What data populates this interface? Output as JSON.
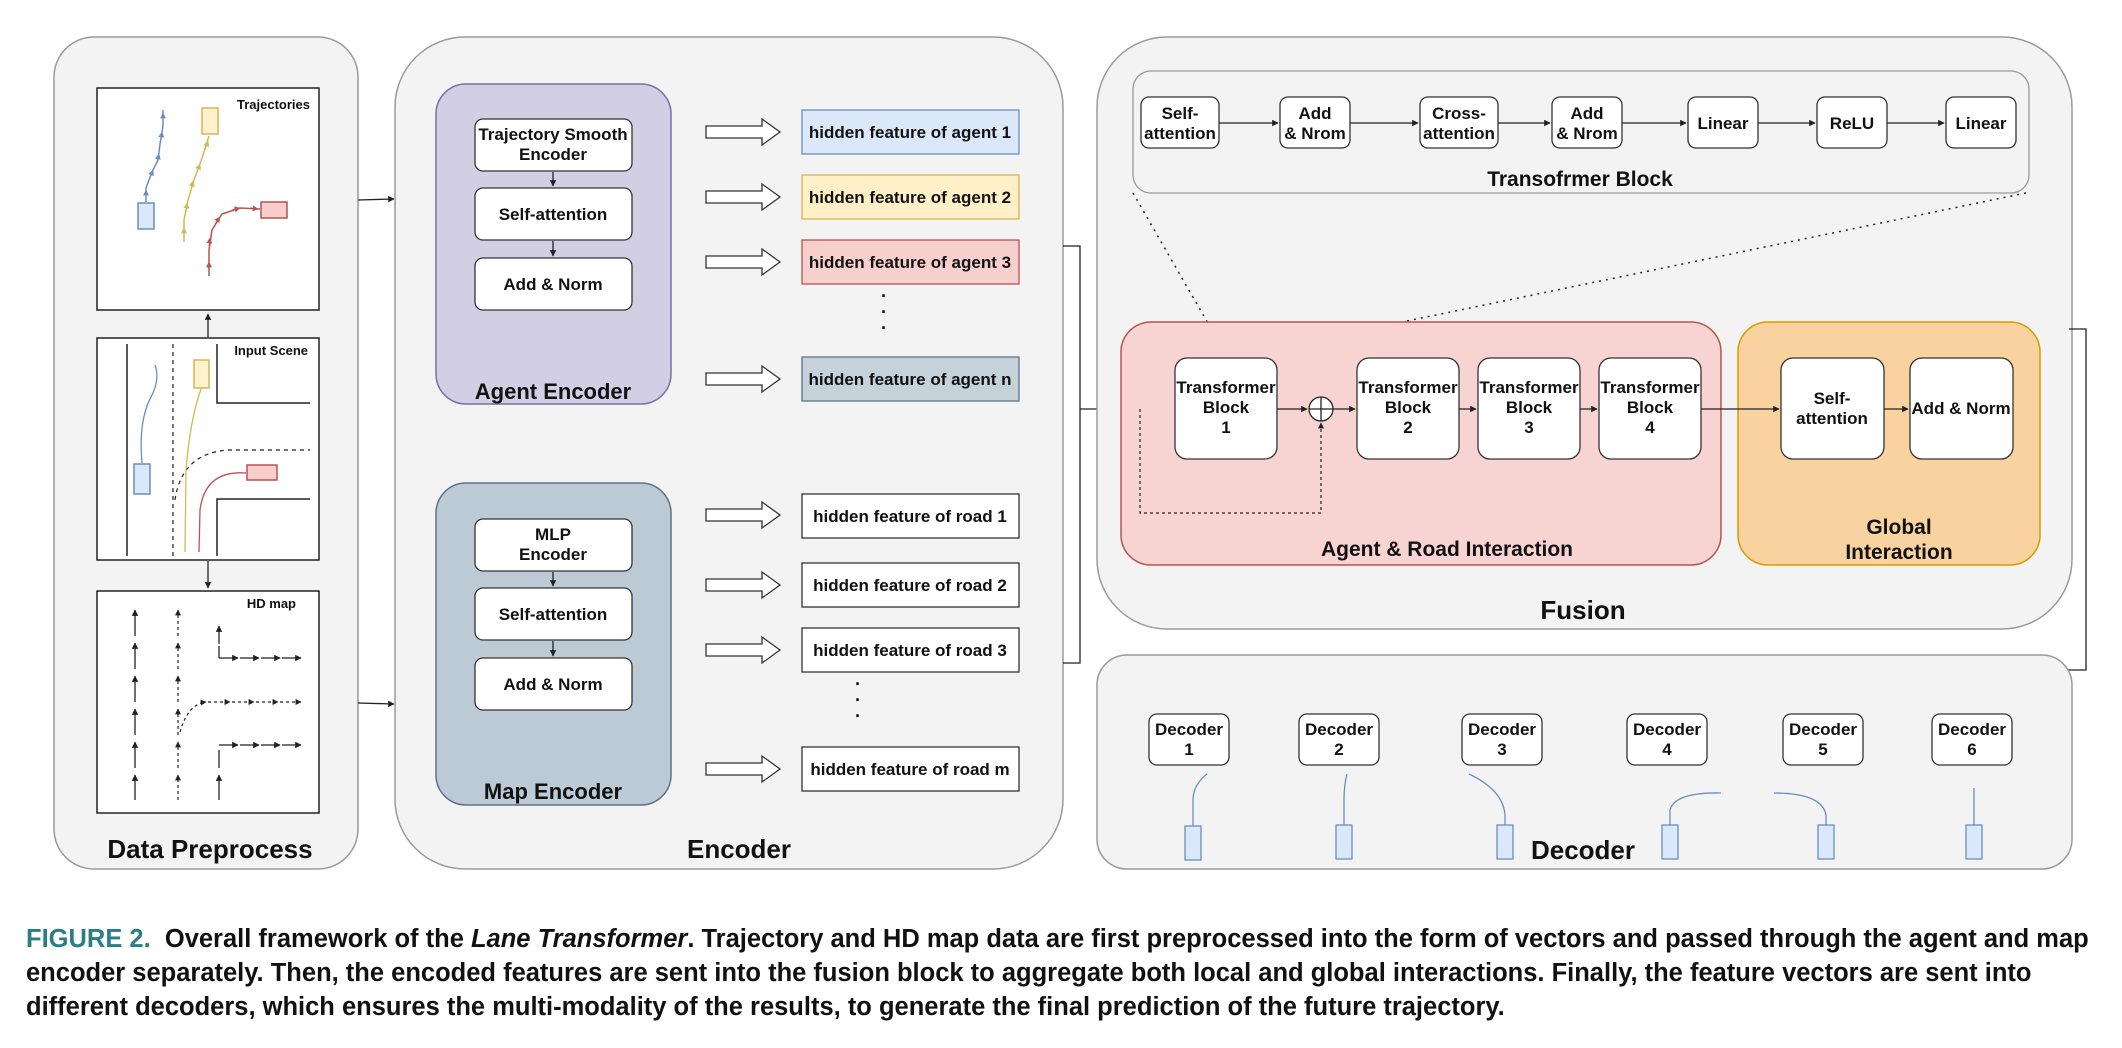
{
  "data_preprocess": {
    "title": "Data Preprocess",
    "trajectories_label": "Trajectories",
    "input_scene_label": "Input Scene",
    "hd_map_label": "HD map"
  },
  "encoder": {
    "title": "Encoder",
    "agent_encoder": {
      "title": "Agent Encoder",
      "blocks": [
        "Trajectory Smooth\nEncoder",
        "Self-attention",
        "Add & Norm"
      ]
    },
    "map_encoder": {
      "title": "Map Encoder",
      "blocks": [
        "MLP\nEncoder",
        "Self-attention",
        "Add & Norm"
      ]
    },
    "agent_features": [
      "hidden feature of agent 1",
      "hidden feature of agent 2",
      "hidden feature of agent 3",
      "hidden feature of agent n"
    ],
    "road_features": [
      "hidden feature of road 1",
      "hidden feature of road 2",
      "hidden feature of road 3",
      "hidden feature of road m"
    ],
    "ellipsis": "·\n·\n·"
  },
  "transformer_block": {
    "title": "Transofrmer Block",
    "steps": [
      "Self-\nattention",
      "Add\n& Nrom",
      "Cross-\nattention",
      "Add\n& Nrom",
      "Linear",
      "ReLU",
      "Linear"
    ]
  },
  "fusion": {
    "title": "Fusion",
    "agent_road_interaction": {
      "title": "Agent & Road Interaction",
      "blocks": [
        "Transformer\nBlock\n1",
        "Transformer\nBlock\n2",
        "Transformer\nBlock\n3",
        "Transformer\nBlock\n4"
      ]
    },
    "global_interaction": {
      "title": "Global\nInteraction",
      "blocks": [
        "Self-\nattention",
        "Add & Norm"
      ]
    }
  },
  "decoder": {
    "title": "Decoder",
    "blocks": [
      "Decoder\n1",
      "Decoder\n2",
      "Decoder\n3",
      "Decoder\n4",
      "Decoder\n5",
      "Decoder\n6"
    ]
  },
  "caption": {
    "label": "FIGURE 2.",
    "text_before": "Overall framework of the ",
    "italic": "Lane Transformer",
    "text_after": ". Trajectory and HD map data are first preprocessed into the form of vectors and passed through the agent and map encoder separately. Then, the encoded features are sent into the fusion block to aggregate both local and global interactions. Finally, the feature vectors are sent into different decoders, which ensures the multi-modality of the results, to generate the final prediction of the future trajectory."
  },
  "colors": {
    "panel_fill": "#f3f3f3",
    "panel_stroke": "#9a9a9a",
    "agent_encoder_fill": "#d2cfe5",
    "map_encoder_fill": "#bccad6",
    "agent_road_fill": "#f7d3d2",
    "global_fill": "#f8d3a0",
    "agent1_fill": "#dbe8fa",
    "agent2_fill": "#fff0c7",
    "agent3_fill": "#f7cfcc",
    "agentn_fill": "#c5d2da",
    "blue_traj": "#6c8ebf",
    "yellow_traj": "#d6b656",
    "red_traj": "#b85450",
    "caption_label": "#2a7f86"
  }
}
